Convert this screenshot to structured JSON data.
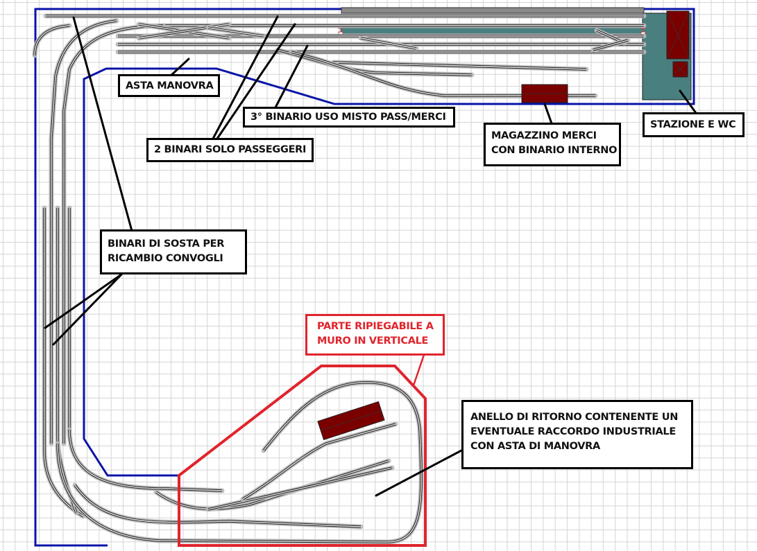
{
  "diagram": {
    "title": "Plastico ferroviario - schema del tracciato",
    "colors": {
      "baseboard_outline": "#0a14a8",
      "foldable_outline": "#e0242c",
      "station_building": "#4a7f80",
      "station_roof": "#8a8a8a",
      "building_fill": "#7a0000",
      "track_rail": "#1a1a1a",
      "track_ballast": "#b9b9b9",
      "grid": "#d4d4d4",
      "label_border": "#000000"
    },
    "labels": [
      {
        "id": "asta-manovra",
        "lines": [
          "ASTA MANOVRA"
        ],
        "color": "black"
      },
      {
        "id": "terzo-binario",
        "lines": [
          "3° BINARIO USO MISTO PASS/MERCI"
        ],
        "color": "black"
      },
      {
        "id": "due-binari",
        "lines": [
          "2 BINARI SOLO PASSEGGERI"
        ],
        "color": "black"
      },
      {
        "id": "magazzino",
        "lines": [
          "MAGAZZINO MERCI",
          "CON BINARIO INTERNO"
        ],
        "color": "black"
      },
      {
        "id": "stazione",
        "lines": [
          "STAZIONE E WC"
        ],
        "color": "black"
      },
      {
        "id": "binari-sosta",
        "lines": [
          "BINARI DI SOSTA PER",
          "RICAMBIO CONVOGLI"
        ],
        "color": "black"
      },
      {
        "id": "parte-ripiegabile",
        "lines": [
          "PARTE RIPIEGABILE A",
          "MURO IN VERTICALE"
        ],
        "color": "red"
      },
      {
        "id": "anello-ritorno",
        "lines": [
          "ANELLO DI RITORNO CONTENENTE UN",
          "EVENTUALE RACCORDO INDUSTRIALE",
          "CON ASTA DI MANOVRA"
        ],
        "color": "black"
      }
    ],
    "structures": [
      {
        "name": "station-building",
        "icon": "station-icon"
      },
      {
        "name": "wc-building",
        "icon": "wc-icon"
      },
      {
        "name": "goods-warehouse",
        "icon": "warehouse-icon"
      },
      {
        "name": "industrial-building",
        "icon": "factory-icon"
      },
      {
        "name": "platform",
        "icon": "platform-icon"
      }
    ]
  }
}
